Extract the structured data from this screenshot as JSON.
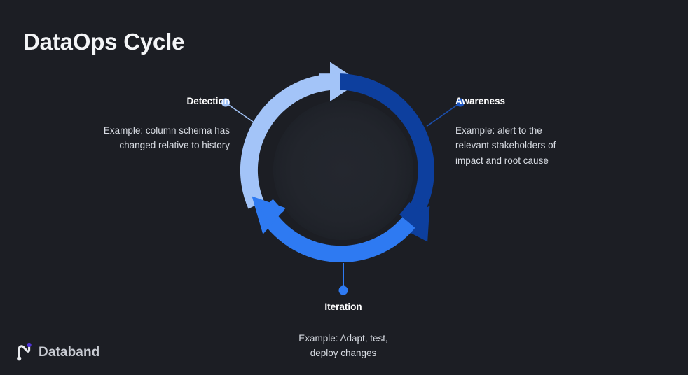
{
  "slide": {
    "title": "DataOps Cycle",
    "background_color": "#1c1e24",
    "inner_circle_color": "#22252c"
  },
  "diagram": {
    "type": "cycle",
    "name": "dataops-cycle-diagram",
    "stages": [
      {
        "id": "detection",
        "label": "Detection",
        "description": "Example: column schema has changed relative to history",
        "arc_color": "#a3c4f8",
        "dot_color": "#a3c4f8",
        "position": "upper-left"
      },
      {
        "id": "awareness",
        "label": "Awareness",
        "description": "Example: alert to the relevant stakeholders of impact and root cause",
        "arc_color": "#0d3f9e",
        "dot_color": "#0d3f9e",
        "position": "right"
      },
      {
        "id": "iteration",
        "label": "Iteration",
        "description": "Example: Adapt, test, deploy changes",
        "arc_color": "#2e7af2",
        "dot_color": "#2e7af2",
        "position": "bottom"
      }
    ]
  },
  "detection": {
    "label": "Detection",
    "description_line1": "Example: column schema has",
    "description_line2": "changed relative to history"
  },
  "awareness": {
    "label": "Awareness",
    "description_line1": "Example: alert to the",
    "description_line2": "relevant stakeholders of",
    "description_line3": "impact and root cause"
  },
  "iteration": {
    "label": "Iteration",
    "description_line1": "Example: Adapt, test,",
    "description_line2": "deploy changes"
  },
  "logo": {
    "name": "Databand",
    "mark_dot_color": "#4f32d8",
    "mark_ribbon_color": "#e8eaee",
    "text_color": "#c9ccd3"
  },
  "colors": {
    "light_blue": "#a3c4f8",
    "mid_blue": "#2e7af2",
    "dark_blue": "#0d3f9e",
    "background": "#1c1e24",
    "title": "#f4f5f7",
    "body_text": "#d8dce3"
  }
}
